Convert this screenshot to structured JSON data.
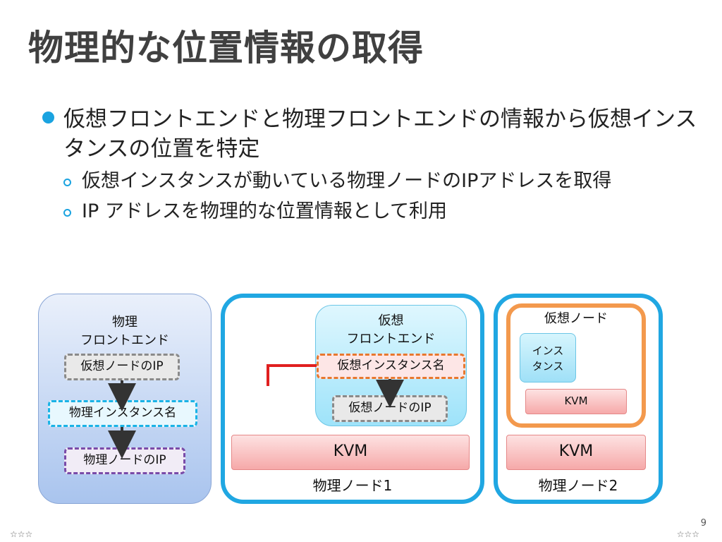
{
  "title": "物理的な位置情報の取得",
  "bullets": {
    "level1": "仮想フロントエンドと物理フロントエンドの情報から仮想インスタンスの位置を特定",
    "level2": [
      "仮想インスタンスが動いている物理ノードのIPアドレスを取得",
      "IP アドレスを物理的な位置情報として利用"
    ]
  },
  "diagram": {
    "physical_frontend": {
      "title_line1": "物理",
      "title_line2": "フロントエンド",
      "item1": "仮想ノードのIP",
      "item2": "物理インスタンス名",
      "item3": "物理ノードのIP"
    },
    "node1": {
      "virtual_frontend_line1": "仮想",
      "virtual_frontend_line2": "フロントエンド",
      "item1": "仮想インスタンス名",
      "item2": "仮想ノードのIP",
      "kvm": "KVM",
      "label": "物理ノード1"
    },
    "node2": {
      "virtual_node": "仮想ノード",
      "instance_line1": "インス",
      "instance_line2": "タンス",
      "inner_kvm": "KVM",
      "kvm": "KVM",
      "label": "物理ノード2"
    },
    "colors": {
      "accent_blue": "#20a7e2",
      "orange": "#f3994d",
      "red_connector": "#e02020"
    }
  },
  "footer": {
    "left": "☆☆☆",
    "right": "☆☆☆",
    "page_number": "9"
  }
}
